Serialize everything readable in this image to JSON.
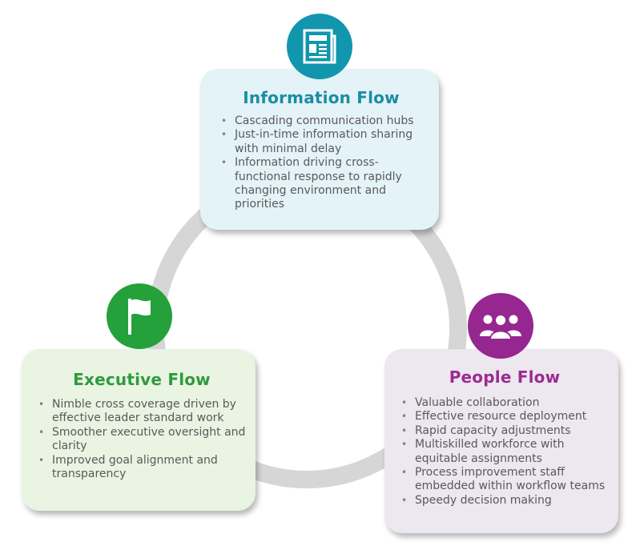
{
  "colors": {
    "info_accent": "#1196ad",
    "info_title": "#1b8ea1",
    "info_bg": "#e4f3f8",
    "exec_accent": "#24a13a",
    "exec_title": "#2e9b3c",
    "exec_bg": "#e9f4e3",
    "people_accent": "#962690",
    "people_title": "#9c2b91",
    "people_bg": "#ede7f0",
    "ring": "#d6d6d6"
  },
  "information": {
    "icon": "newspaper-icon",
    "title": "Information Flow",
    "items": [
      "Cascading communication hubs",
      "Just-in-time information sharing with minimal delay",
      "Information driving cross-functional response to rapidly changing environment and priorities"
    ]
  },
  "executive": {
    "icon": "flag-icon",
    "title": "Executive Flow",
    "items": [
      "Nimble cross coverage driven by effective leader standard work",
      "Smoother executive oversight and clarity",
      "Improved goal alignment and transparency"
    ]
  },
  "people": {
    "icon": "group-icon",
    "title": "People Flow",
    "items": [
      "Valuable collaboration",
      "Effective resource deployment",
      "Rapid capacity adjustments",
      "Multiskilled workforce with equitable assignments",
      "Process improvement staff embedded within workflow teams",
      "Speedy decision making"
    ]
  }
}
